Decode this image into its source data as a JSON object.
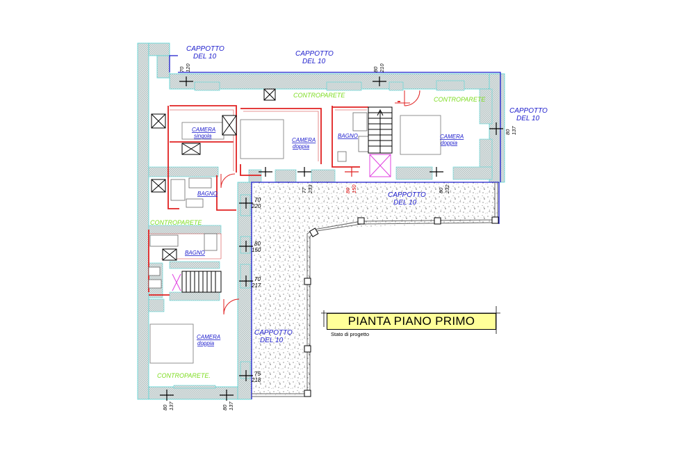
{
  "title": "PIANTA PIANO PRIMO",
  "subtitle": "Stato di progetto",
  "colors": {
    "wall_fill": "#cfd6d6",
    "wall_edge": "#56d6d6",
    "exterior_blue": "#1a1acc",
    "partition_red": "#e02020",
    "label_blue": "#1a1acc",
    "label_green": "#7ddc1f",
    "stair_pink": "#e040e0",
    "title_fill": "#ffff99"
  },
  "labels": {
    "cappotto_top_left": [
      "CAPPOTTO",
      "DEL 10"
    ],
    "cappotto_top_mid": [
      "CAPPOTTO",
      "DEL 10"
    ],
    "cappotto_right": [
      "CAPPOTTO",
      "DEL 10"
    ],
    "cappotto_terrace": [
      "CAPPOTTO",
      "DEL 10"
    ],
    "cappotto_lower": [
      "CAPPOTTO",
      "DEL 10"
    ],
    "controparete_top": "CONTROPARETE",
    "controparete_right": "CONTROPARETE",
    "controparete_left": "CONTROPARETE",
    "controparete_bottom": "CONTROPARETE.",
    "camera_singola": [
      "CAMERA",
      "singola"
    ],
    "camera_doppia_1": [
      "CAMERA",
      "doppia"
    ],
    "camera_doppia_2": [
      "CAMERA",
      "doppia"
    ],
    "camera_doppia_3": [
      "CAMERA",
      "doppia"
    ],
    "bagno_1": "BAGNO",
    "bagno_2": "BAGNO",
    "bagno_3": "BAGNO"
  },
  "dimensions": {
    "top_left": [
      "70",
      "120"
    ],
    "top_mid": [
      "80",
      "210"
    ],
    "right": [
      "80",
      "137"
    ],
    "mid_1": [
      "77",
      "233"
    ],
    "mid_2": [
      "80",
      "150"
    ],
    "mid_3": [
      "80",
      "232"
    ],
    "left_1": [
      "70",
      "220"
    ],
    "left_2": [
      "80",
      "150"
    ],
    "left_3": [
      "70",
      "217"
    ],
    "left_4": [
      "75",
      "218"
    ],
    "bottom_1": [
      "80",
      "137"
    ],
    "bottom_2": [
      "80",
      "137"
    ]
  }
}
